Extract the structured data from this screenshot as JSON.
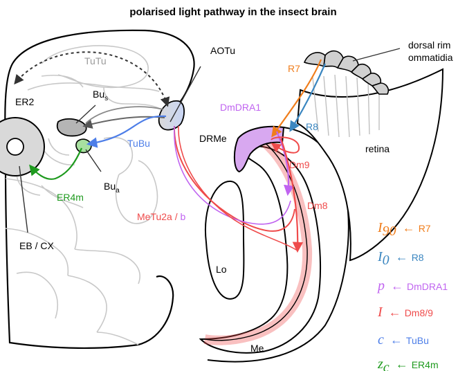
{
  "title": "polarised light pathway in the insect brain",
  "colors": {
    "r7": "#f07d1b",
    "r8": "#3a86c0",
    "dmdra1": "#c064f0",
    "dm": "#ef4b4b",
    "tubu": "#4d7ee8",
    "er4m": "#1e9a1e",
    "outline": "#000000",
    "grey_outline": "#c8c8c8",
    "dashed": "#333333"
  },
  "regions": {
    "tutu": "TuTu",
    "aotu": "AOTu",
    "bus": "Bu",
    "bus_sub": "s",
    "bua": "Bu",
    "bua_sub": "a",
    "er2": "ER2",
    "eb_cx": "EB / CX",
    "lo": "Lo",
    "me": "Me",
    "drme": "DRMe",
    "retina": "retina",
    "dorsal_rim_line1": "dorsal rim",
    "dorsal_rim_line2": "ommatidia"
  },
  "neurons": {
    "r7": "R7",
    "r8": "R8",
    "dmdra1": "DmDRA1",
    "dm9": "Dm9",
    "dm8": "Dm8",
    "tubu": "TuBu",
    "er4m": "ER4m",
    "metu_a": "MeTu2a",
    "metu_sep": " / ",
    "metu_b": "b"
  },
  "legend": [
    {
      "symbol": "I",
      "sub": "90",
      "arrow": "←",
      "label": "R7",
      "color_key": "r7"
    },
    {
      "symbol": "I",
      "sub": "0",
      "arrow": "←",
      "label": "R8",
      "color_key": "r8"
    },
    {
      "symbol": "p",
      "sub": "",
      "arrow": "←",
      "label": "DmDRA1",
      "color_key": "dmdra1"
    },
    {
      "symbol": "I",
      "sub": "",
      "arrow": "←",
      "label": "Dm8/9",
      "color_key": "dm"
    },
    {
      "symbol": "c",
      "sub": "",
      "arrow": "←",
      "label": "TuBu",
      "color_key": "tubu"
    },
    {
      "symbol": "z",
      "sub": "c",
      "arrow": "←",
      "label": "ER4m",
      "color_key": "er4m"
    }
  ]
}
